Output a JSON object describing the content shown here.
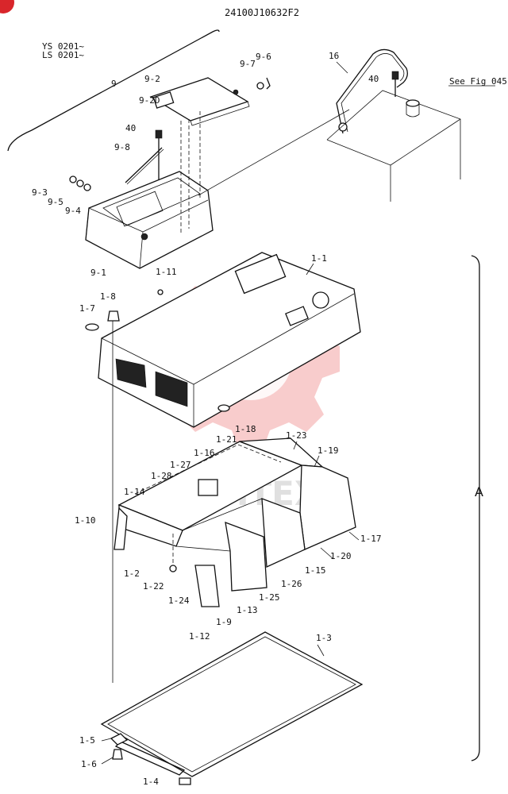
{
  "drawing_number": "24100J10632F2",
  "serial_note": [
    "YS 0201~",
    "LS 0201~"
  ],
  "reference_note": "See Fig 045",
  "view_label": "A",
  "watermark_text": "WHTEX",
  "part_labels": {
    "p9": "9",
    "p9_1": "9-1",
    "p9_2": "9-2",
    "p9_2d": "9-2D",
    "p9_3": "9-3",
    "p9_4": "9-4",
    "p9_5": "9-5",
    "p9_6": "9-6",
    "p9_7": "9-7",
    "p9_8": "9-8",
    "p16": "16",
    "p40a": "40",
    "p40b": "40",
    "p1_1": "1-1",
    "p1_2": "1-2",
    "p1_3": "1-3",
    "p1_4": "1-4",
    "p1_5": "1-5",
    "p1_6": "1-6",
    "p1_7": "1-7",
    "p1_8": "1-8",
    "p1_9": "1-9",
    "p1_10": "1-10",
    "p1_11": "1-11",
    "p1_12": "1-12",
    "p1_13": "1-13",
    "p1_14": "1-14",
    "p1_15": "1-15",
    "p1_16": "1-16",
    "p1_17": "1-17",
    "p1_18": "1-18",
    "p1_19": "1-19",
    "p1_20": "1-20",
    "p1_21": "1-21",
    "p1_22": "1-22",
    "p1_23": "1-23",
    "p1_24": "1-24",
    "p1_25": "1-25",
    "p1_26": "1-26",
    "p1_27": "1-27",
    "p1_28": "1-28"
  },
  "colors": {
    "line": "#111111",
    "watermark": "#f2a3a3",
    "badge": "#d9262b"
  }
}
